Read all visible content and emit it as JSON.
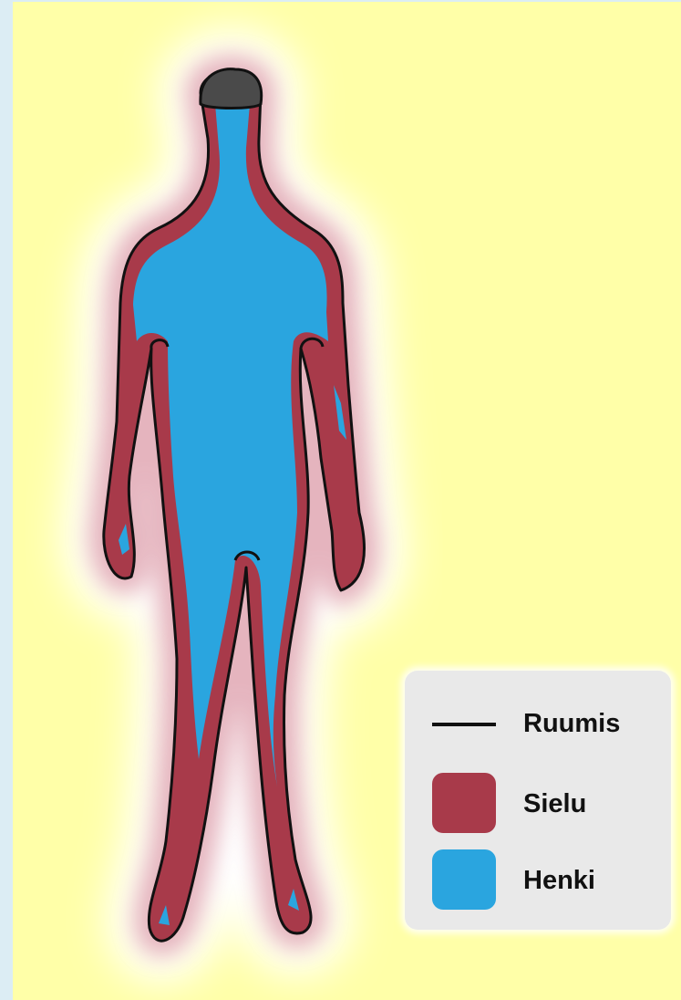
{
  "legend": {
    "items": [
      {
        "label": "Ruumis",
        "kind": "line",
        "color": "#111111"
      },
      {
        "label": "Sielu",
        "kind": "swatch",
        "color": "#a83a4a"
      },
      {
        "label": "Henki",
        "kind": "swatch",
        "color": "#2aa5df"
      }
    ]
  },
  "colors": {
    "background": "#ffffa8",
    "frame": "#dcedf4",
    "soul": "#a83a4a",
    "spirit": "#2aa5df",
    "body_outline": "#111111",
    "hair": "#4a4a4a",
    "aura": "#ffffff"
  }
}
